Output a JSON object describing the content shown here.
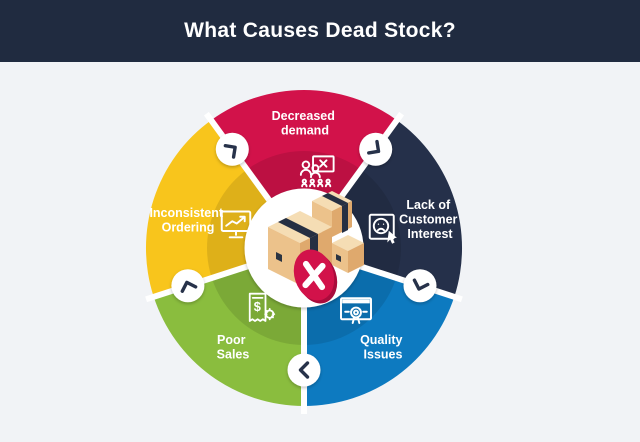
{
  "header": {
    "title": "What Causes Dead Stock?",
    "bg_color": "#202b40",
    "text_color": "#ffffff"
  },
  "page": {
    "background_color": "#f1f3f6"
  },
  "wheel": {
    "type": "circular-cycle-infographic",
    "flow_direction": "clockwise",
    "label_color": "#ffffff",
    "segments": [
      {
        "id": "decreased-demand",
        "label": "Decreased demand",
        "lines": [
          "Decreased",
          "demand"
        ],
        "color": "#d2124a",
        "icon": "audience-declining-x-icon"
      },
      {
        "id": "lack-of-customer-interest",
        "label": "Lack of Customer Interest",
        "lines": [
          "Lack of",
          "Customer",
          "Interest"
        ],
        "color": "#25304a",
        "icon": "unhappy-customer-page-icon"
      },
      {
        "id": "quality-issues",
        "label": "Quality Issues",
        "lines": [
          "Quality",
          "Issues"
        ],
        "color": "#0d7ac0",
        "icon": "quality-certificate-icon"
      },
      {
        "id": "poor-sales",
        "label": "Poor Sales",
        "lines": [
          "Poor",
          "Sales"
        ],
        "color": "#8abd3e",
        "icon": "sales-receipt-gear-icon"
      },
      {
        "id": "inconsistent-ordering",
        "label": "Inconsistent Ordering",
        "lines": [
          "Inconsistent",
          "Ordering"
        ],
        "color": "#f8c51c",
        "icon": "ordering-chart-monitor-icon"
      }
    ],
    "center": {
      "illustration": "cardboard-boxes-with-red-x-badge",
      "badge_color": "#d2124a",
      "box_colors": {
        "top": "#f5ddb4",
        "left": "#ecc28b",
        "right": "#dfa96d",
        "strap": "#262f42"
      }
    }
  }
}
